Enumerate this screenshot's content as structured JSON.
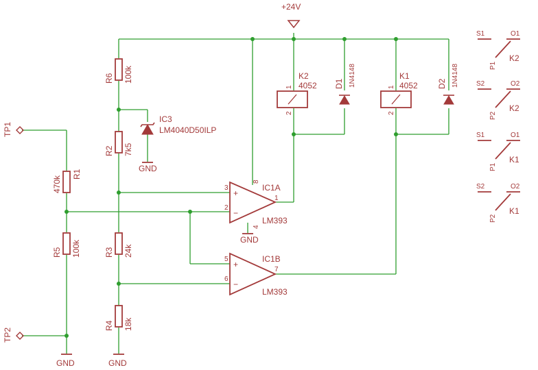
{
  "supply": {
    "vcc": "+24V"
  },
  "gnd": "GND",
  "testpoints": {
    "tp1": "TP1",
    "tp2": "TP2"
  },
  "resistors": [
    {
      "ref": "R6",
      "value": "100k"
    },
    {
      "ref": "R2",
      "value": "7k5"
    },
    {
      "ref": "R1",
      "value": "470k"
    },
    {
      "ref": "R5",
      "value": "100k"
    },
    {
      "ref": "R3",
      "value": "24k"
    },
    {
      "ref": "R4",
      "value": "18k"
    }
  ],
  "reference": {
    "ref": "IC3",
    "part": "LM4040D50ILP"
  },
  "relays": [
    {
      "ref": "K2",
      "part": "4052",
      "pin1": "1",
      "pin2": "2"
    },
    {
      "ref": "K1",
      "part": "4052",
      "pin1": "1",
      "pin2": "2"
    }
  ],
  "diodes": [
    {
      "ref": "D1",
      "part": "1N4148"
    },
    {
      "ref": "D2",
      "part": "1N4148"
    }
  ],
  "comparators": [
    {
      "ref": "IC1A",
      "part": "LM393",
      "pin_plus": "3",
      "pin_minus": "2",
      "pin_out": "1",
      "pin_vcc": "8",
      "pin_gnd": "4",
      "sign_plus": "+",
      "sign_minus": "−"
    },
    {
      "ref": "IC1B",
      "part": "LM393",
      "pin_plus": "5",
      "pin_minus": "6",
      "pin_out": "7",
      "sign_plus": "+",
      "sign_minus": "−"
    }
  ],
  "contacts": [
    {
      "s": "S1",
      "o": "O1",
      "p": "P1",
      "k": "K2"
    },
    {
      "s": "S2",
      "o": "O2",
      "p": "P2",
      "k": "K2"
    },
    {
      "s": "S1",
      "o": "O1",
      "p": "P1",
      "k": "K1"
    },
    {
      "s": "S2",
      "o": "O2",
      "p": "P2",
      "k": "K1"
    }
  ]
}
